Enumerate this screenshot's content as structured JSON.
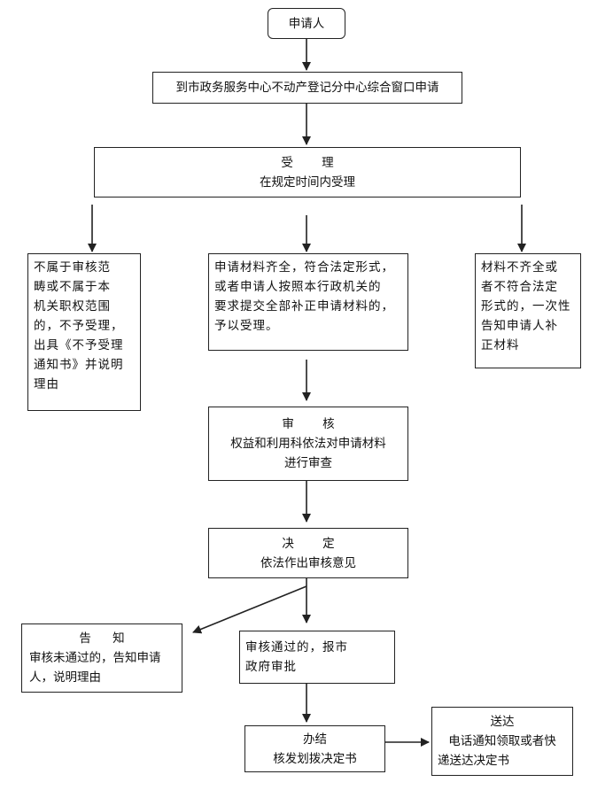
{
  "nodes": {
    "applicant": {
      "label": "申请人"
    },
    "submit": {
      "label": "到市政务服务中心不动产登记分中心综合窗口申请"
    },
    "accept": {
      "title": "受 理",
      "subtitle": "在规定时间内受理"
    },
    "reject": {
      "lines": [
        "不属于审核范",
        "畴或不属于本",
        "机关职权范围",
        "的，不予受理，",
        "出具《不予受理",
        "通知书》并说明",
        "理由"
      ]
    },
    "accepted": {
      "lines": [
        "申请材料齐全，符合法定形式，",
        "或者申请人按照本行政机关的",
        "要求提交全部补正申请材料的，",
        "予以受理。"
      ]
    },
    "supplement": {
      "lines": [
        "材料不齐全或",
        "者不符合法定",
        "形式的，一次性",
        "告知申请人补",
        "正材料"
      ]
    },
    "review": {
      "title": "审 核",
      "lines": [
        "权益和利用科依法对申请材料",
        "进行审查"
      ]
    },
    "decide": {
      "title": "决 定",
      "subtitle": "依法作出审核意见"
    },
    "notify": {
      "title": "告 知",
      "lines": [
        "审核未通过的，告知申请",
        "人，说明理由"
      ]
    },
    "approve": {
      "lines": [
        "审核通过的，报市",
        "政府审批"
      ]
    },
    "handle": {
      "title": "办结",
      "subtitle": "核发划拨决定书"
    },
    "deliver": {
      "title": "送达",
      "lines": [
        "电话通知领取或者快",
        "递送达决定书"
      ]
    }
  }
}
